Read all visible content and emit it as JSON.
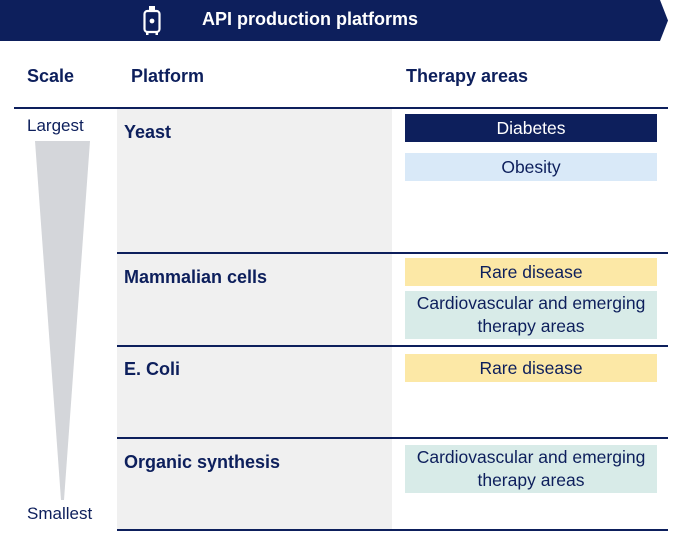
{
  "header": {
    "title": "API production platforms",
    "icon": "bioreactor-icon"
  },
  "columns": {
    "scale": "Scale",
    "platform": "Platform",
    "therapy": "Therapy areas"
  },
  "scale": {
    "top": "Largest",
    "bottom": "Smallest"
  },
  "platforms": [
    {
      "name": "Yeast",
      "therapy_areas": [
        "Diabetes",
        "Obesity"
      ]
    },
    {
      "name": "Mammalian cells",
      "therapy_areas": [
        "Rare disease",
        "Cardiovascular and emerging therapy areas"
      ]
    },
    {
      "name": "E. Coli",
      "therapy_areas": [
        "Rare disease"
      ]
    },
    {
      "name": "Organic synthesis",
      "therapy_areas": [
        "Cardiovascular and emerging therapy areas"
      ]
    }
  ],
  "colors": {
    "navy": "#0d1f5c",
    "diabetes": "#0d1f5c",
    "obesity": "#d9e9f8",
    "rare_disease": "#fce8a6",
    "cardiovascular": "#d8ebe8",
    "platform_bg": "#f0f0f0",
    "wedge": "#d4d6da"
  }
}
